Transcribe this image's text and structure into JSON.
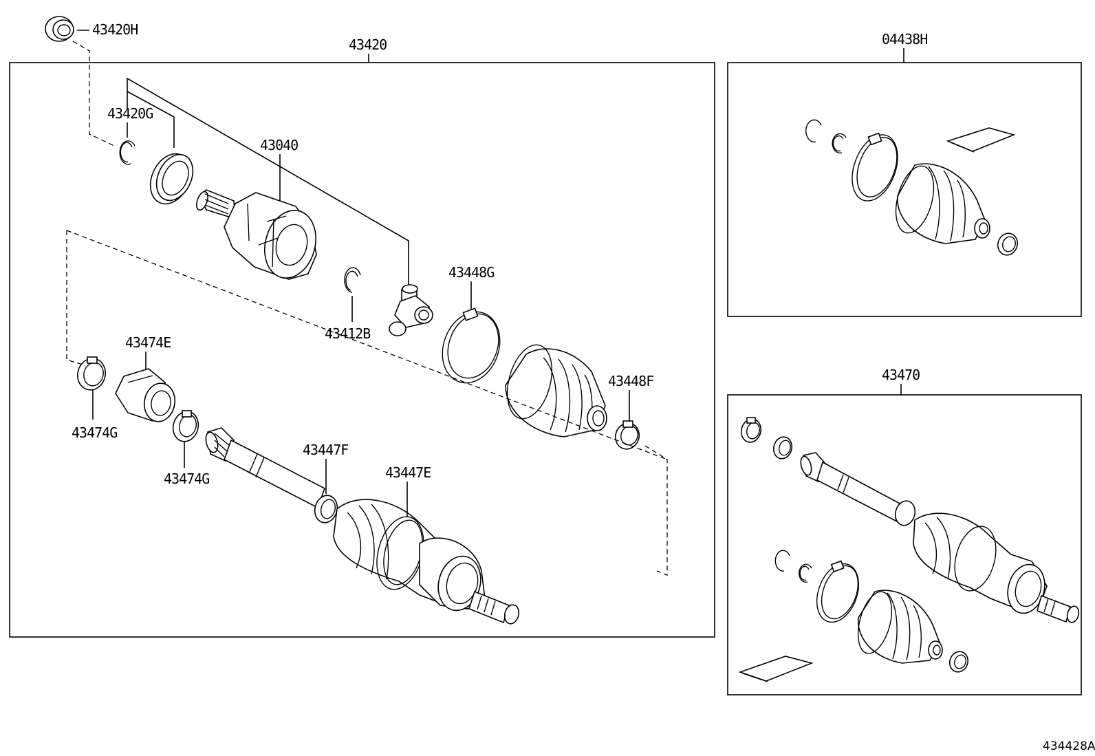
{
  "diagram": {
    "reference_code": "434428A",
    "groups": [
      {
        "id": "main_assembly",
        "label": "43420"
      },
      {
        "id": "boot_kit",
        "label": "04438H"
      },
      {
        "id": "outer_shaft",
        "label": "43470"
      }
    ],
    "labels": {
      "p43420H": "43420H",
      "p43420G": "43420G",
      "p43040": "43040",
      "p43412B": "43412B",
      "p43448G": "43448G",
      "p43448F": "43448F",
      "p43474E": "43474E",
      "p43474G_a": "43474G",
      "p43474G_b": "43474G",
      "p43447F": "43447F",
      "p43447E": "43447E"
    }
  }
}
